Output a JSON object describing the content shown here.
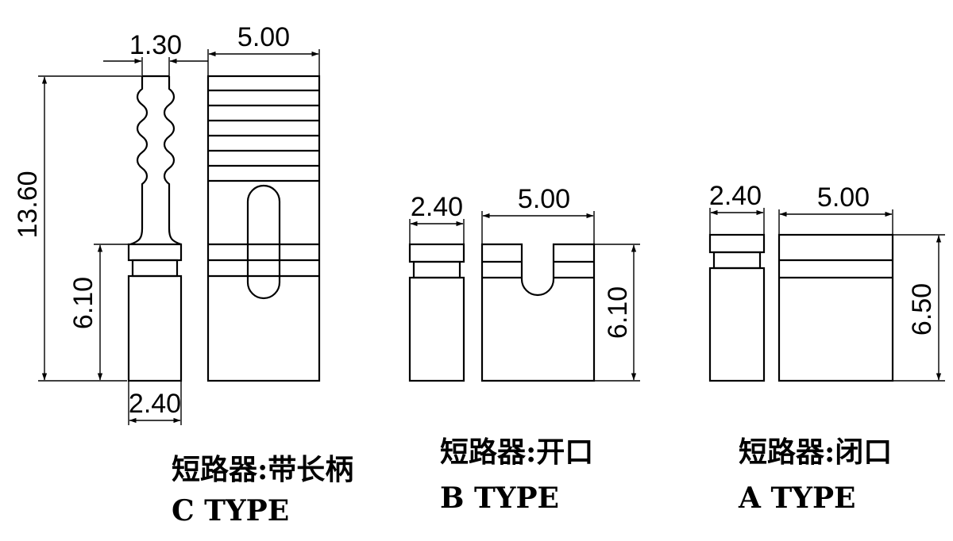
{
  "dimensions": {
    "c_handle_width": "1.30",
    "c_body_width": "5.00",
    "c_total_height": "13.60",
    "c_base_height": "6.10",
    "c_side_width": "2.40",
    "b_side_width": "2.40",
    "b_body_width": "5.00",
    "b_height": "6.10",
    "a_side_width": "2.40",
    "a_body_width": "5.00",
    "a_height": "6.50"
  },
  "captions": {
    "c_title": "短路器:带长柄",
    "c_type": "C TYPE",
    "b_title": "短路器:开口",
    "b_type": "B TYPE",
    "a_title": "短路器:闭口",
    "a_type": "A TYPE"
  }
}
